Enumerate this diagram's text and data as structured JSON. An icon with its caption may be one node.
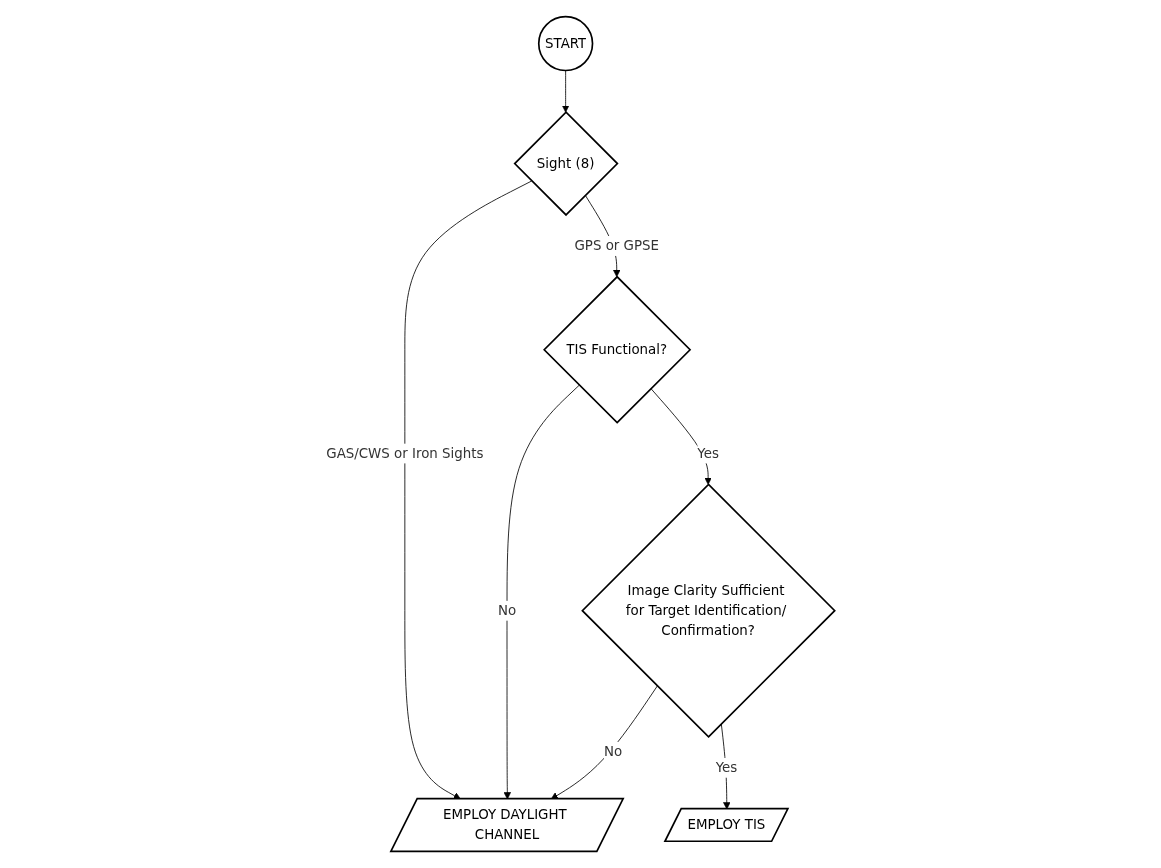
{
  "diagram": {
    "nodes": [
      {
        "text": [
          "START"
        ]
      },
      {
        "text": [
          "Sight (8)"
        ]
      },
      {
        "text": [
          "TIS Functional?"
        ]
      },
      {
        "text": [
          "Image Clarity Sufficient for Target Identification/ Confirmation?"
        ]
      },
      {
        "text": [
          "EMPLOY TIS"
        ]
      },
      {
        "text": [
          "EMPLOY DAYLIGHT CHANNEL"
        ]
      }
    ],
    "edges": [
      {
        "from": 0,
        "to": 1,
        "arrow": "to"
      },
      {
        "from": 1,
        "to": 5,
        "arrow": "to",
        "label": "GAS/CWS or Iron Sights"
      },
      {
        "from": 1,
        "to": 2,
        "arrow": "to",
        "label": "GPS or GPSE"
      },
      {
        "from": 2,
        "to": 5,
        "arrow": "to",
        "label": "No"
      },
      {
        "from": 2,
        "to": 3,
        "arrow": "to",
        "label": "Yes"
      },
      {
        "from": 3,
        "to": 4,
        "arrow": "to",
        "label": "Yes"
      },
      {
        "from": 3,
        "to": 5,
        "arrow": "to",
        "label": "No"
      }
    ]
  }
}
